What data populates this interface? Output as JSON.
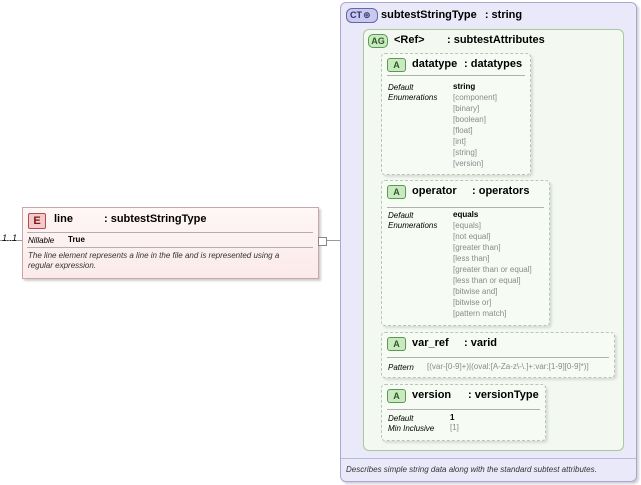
{
  "element": {
    "badge": "E",
    "name": "line",
    "type": ": subtestStringType",
    "occurrence": "1..1",
    "nillable_label": "Nillable",
    "nillable_value": "True",
    "documentation_line1": "The line element represents a line in the file and is represented using a",
    "documentation_line2": "regular expression."
  },
  "complex_type": {
    "badge": "CT",
    "name": "subtestStringType",
    "type": ": string",
    "documentation": "Describes simple string data along with the standard subtest attributes."
  },
  "attribute_group": {
    "badge": "AG",
    "ref": "<Ref>",
    "name": ": subtestAttributes"
  },
  "attributes": [
    {
      "badge": "A",
      "name": "datatype",
      "type": ": datatypes",
      "default_label": "Default",
      "default_value": "string",
      "enum_label": "Enumerations",
      "enumerations": [
        "[component]",
        "[binary]",
        "[boolean]",
        "[float]",
        "[int]",
        "[string]",
        "[version]"
      ]
    },
    {
      "badge": "A",
      "name": "operator",
      "type": ": operators",
      "default_label": "Default",
      "default_value": "equals",
      "enum_label": "Enumerations",
      "enumerations": [
        "[equals]",
        "[not equal]",
        "[greater than]",
        "[less than]",
        "[greater than or equal]",
        "[less than or equal]",
        "[bitwise and]",
        "[bitwise or]",
        "[pattern match]"
      ]
    },
    {
      "badge": "A",
      "name": "var_ref",
      "type": ": varid",
      "pattern_label": "Pattern",
      "pattern_value": "[(var-[0-9]+)|(oval:[A-Za-z\\-\\.]+:var:[1-9][0-9]*)]"
    },
    {
      "badge": "A",
      "name": "version",
      "type": ": versionType",
      "default_label": "Default",
      "default_value": "1",
      "min_label": "Min Inclusive",
      "min_value": "[1]"
    }
  ]
}
